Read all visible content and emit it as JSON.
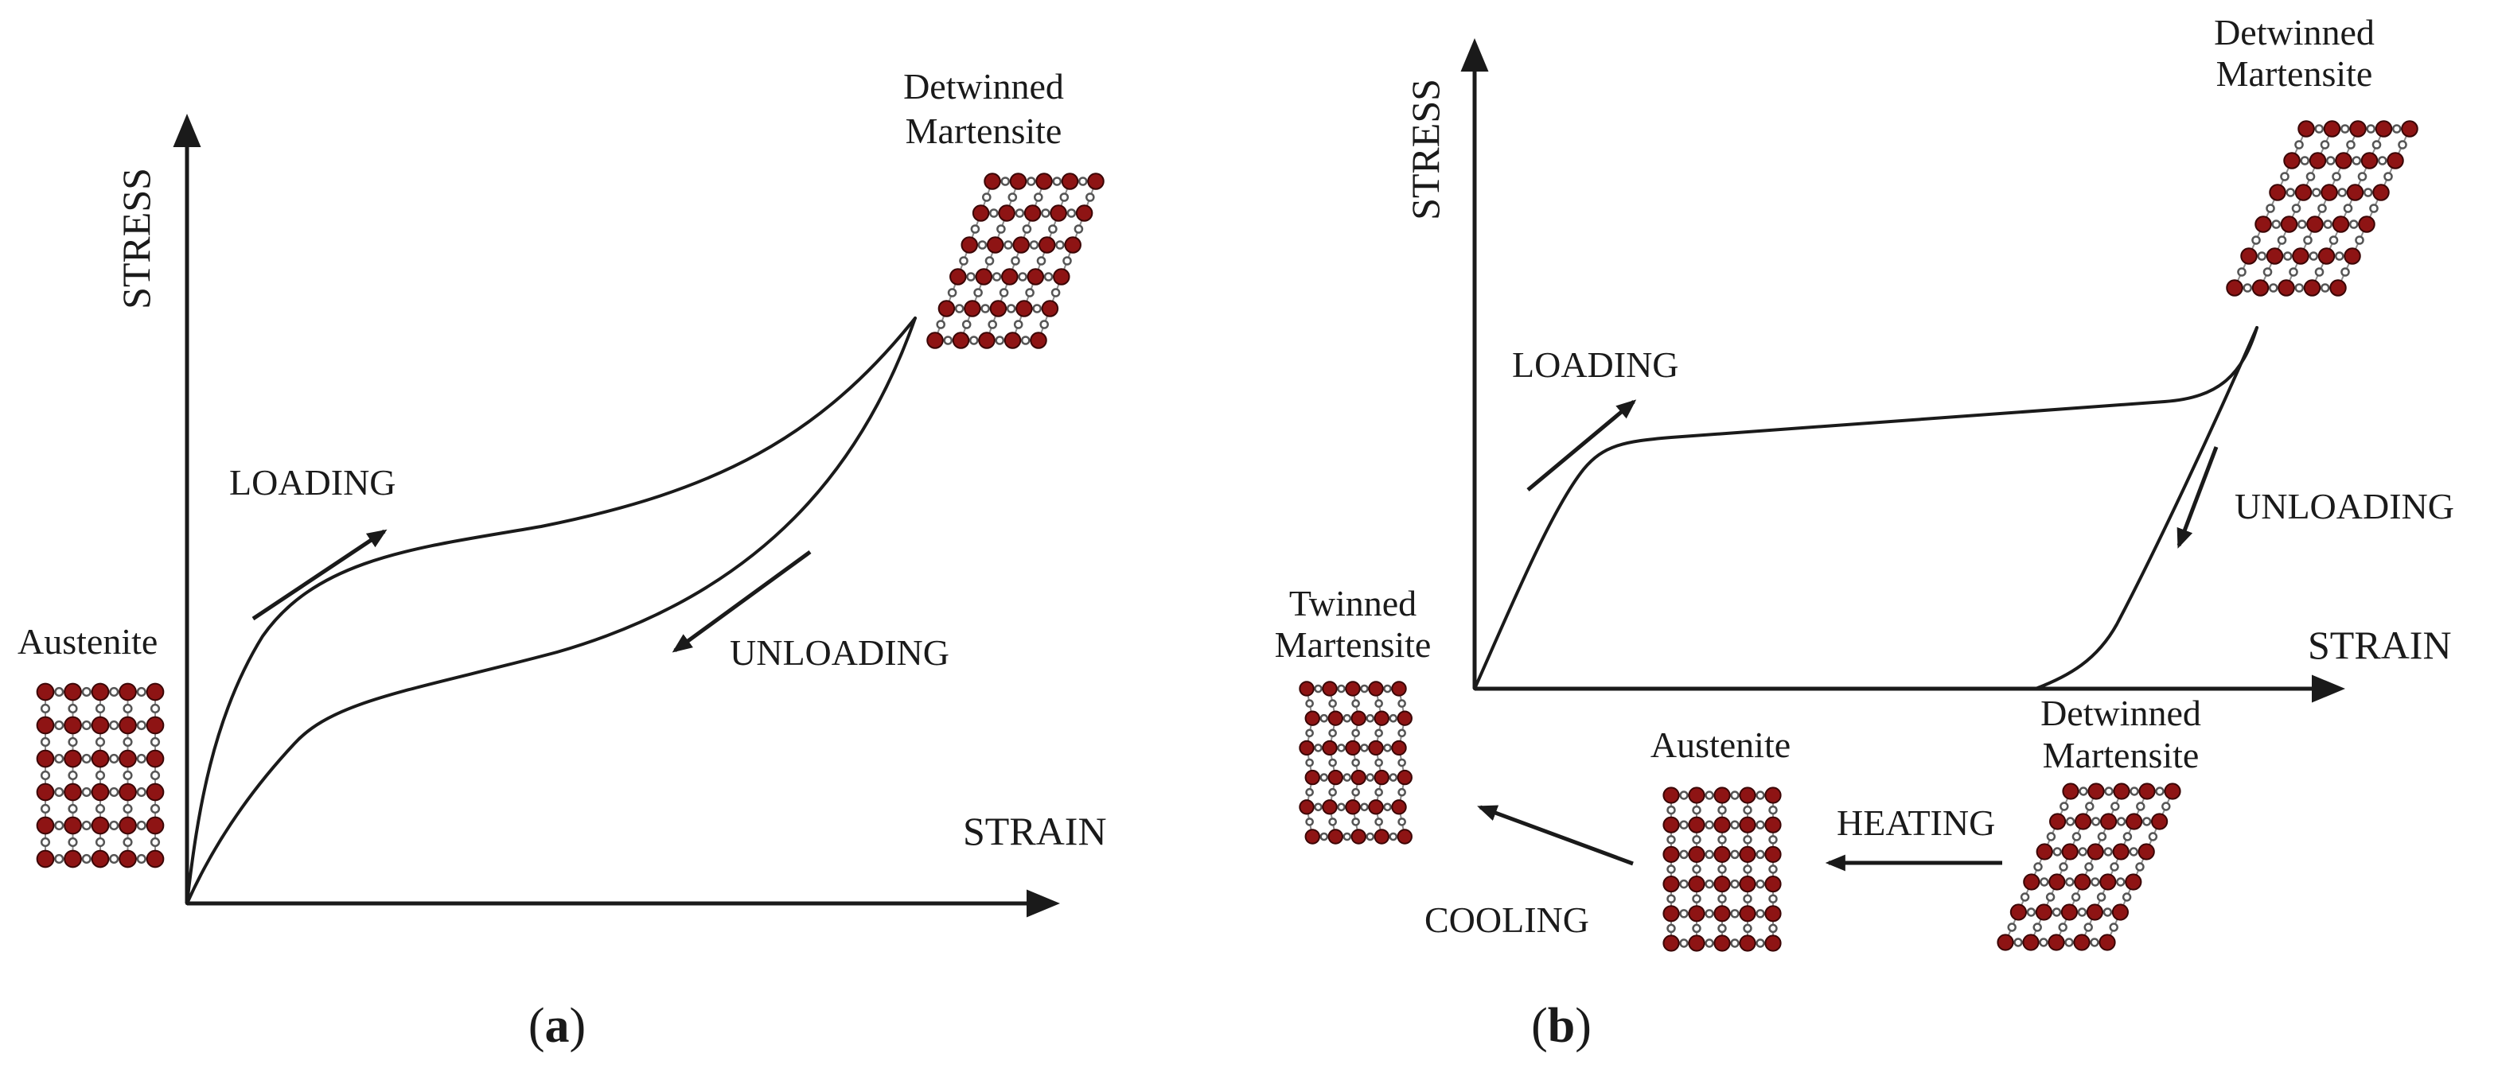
{
  "panel_a": {
    "axis_y": "STRESS",
    "axis_x": "STRAIN",
    "loading": "LOADING",
    "unloading": "UNLOADING",
    "austenite": "Austenite",
    "detwinned_line1": "Detwinned",
    "detwinned_line2": "Martensite",
    "caption_open": "(",
    "caption_letter": "a",
    "caption_close": ")"
  },
  "panel_b": {
    "axis_y": "STRESS",
    "axis_x": "STRAIN",
    "loading": "LOADING",
    "unloading": "UNLOADING",
    "detwinned_top_line1": "Detwinned",
    "detwinned_top_line2": "Martensite",
    "twinned_line1": "Twinned",
    "twinned_line2": "Martensite",
    "austenite": "Austenite",
    "detwinned_bottom_line1": "Detwinned",
    "detwinned_bottom_line2": "Martensite",
    "heating": "HEATING",
    "cooling": "COOLING",
    "caption_open": "(",
    "caption_letter": "b",
    "caption_close": ")"
  },
  "colors": {
    "atom_red": "#8e1414",
    "atom_white": "#ffffff",
    "line": "#1a1a1a"
  }
}
